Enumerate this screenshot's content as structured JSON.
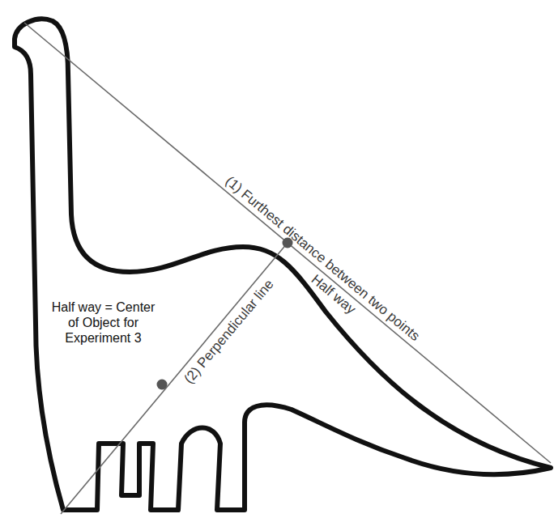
{
  "diagram": {
    "labels": [
      "(1) Furthest distance between two points",
      "Half way",
      "(2) Perpendicular line",
      "Half way = Center of Object for Experiment 3"
    ]
  }
}
